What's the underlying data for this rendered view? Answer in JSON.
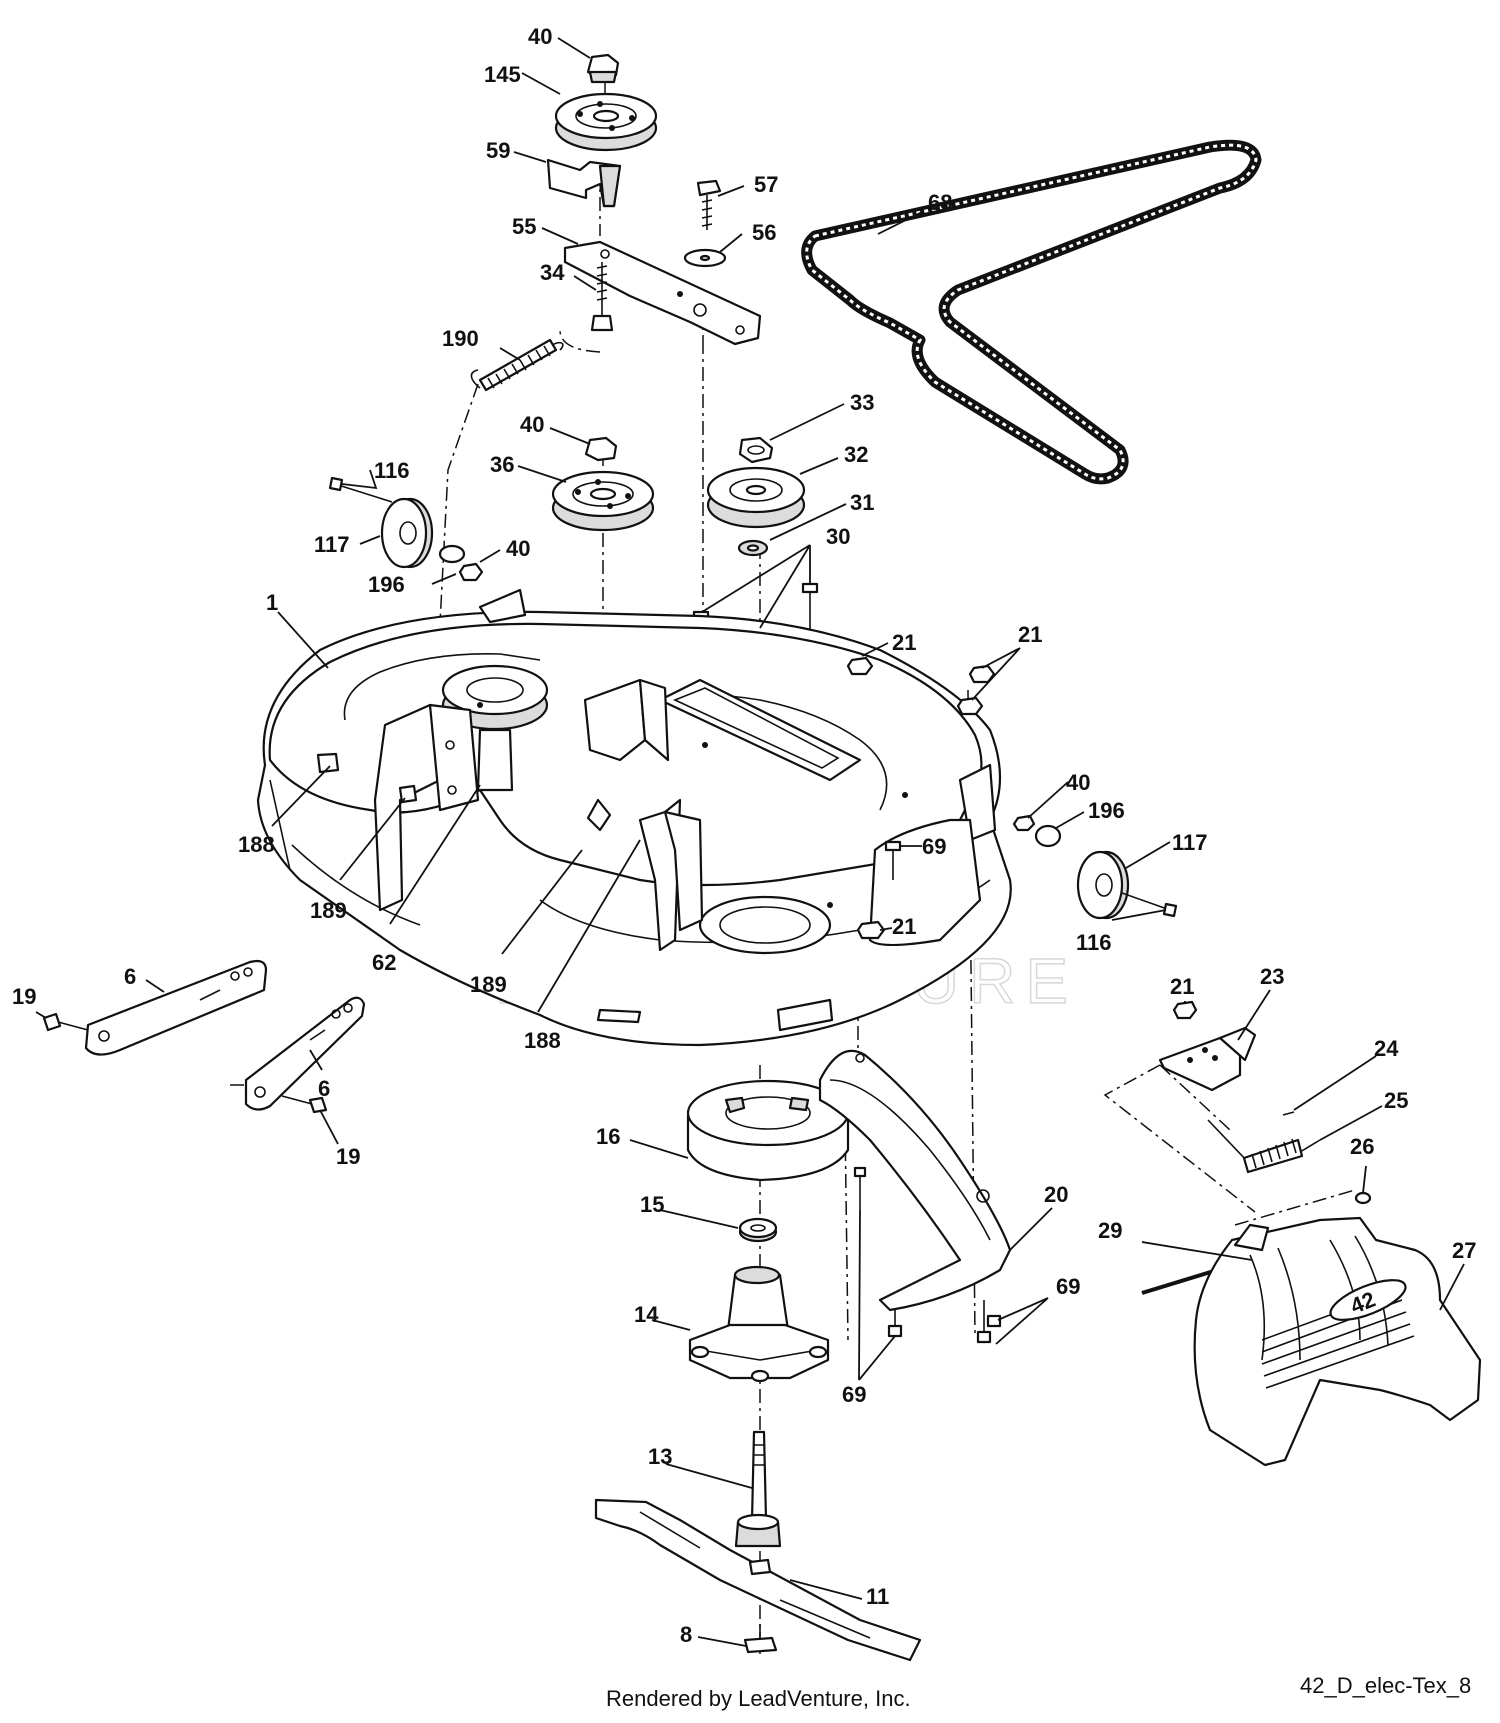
{
  "watermark": "LEADVENTURE",
  "footer": {
    "credit": "Rendered by LeadVenture, Inc.",
    "figure_id": "42_D_elec-Tex_8"
  },
  "callouts": {
    "c40a": "40",
    "c145": "145",
    "c59": "59",
    "c57": "57",
    "c55": "55",
    "c56": "56",
    "c68": "68",
    "c34": "34",
    "c190": "190",
    "c40b": "40",
    "c33": "33",
    "c36": "36",
    "c32": "32",
    "c116a": "116",
    "c31": "31",
    "c117a": "117",
    "c40c": "40",
    "c30": "30",
    "c196a": "196",
    "c1": "1",
    "c21a": "21",
    "c21b": "21",
    "c40d": "40",
    "c196b": "196",
    "c117b": "117",
    "c188a": "188",
    "c69a": "69",
    "c189a": "189",
    "c21c": "21",
    "c116b": "116",
    "c62": "62",
    "c189b": "189",
    "c21d": "21",
    "c23": "23",
    "c6a": "6",
    "c19a": "19",
    "c188b": "188",
    "c24": "24",
    "c6b": "6",
    "c25": "25",
    "c16": "16",
    "c19b": "19",
    "c26": "26",
    "c15": "15",
    "c20": "20",
    "c29": "29",
    "c27": "27",
    "c69b": "69",
    "c14": "14",
    "c69c": "69",
    "c13": "13",
    "c11": "11",
    "c8": "8"
  },
  "cover_badge": "42"
}
